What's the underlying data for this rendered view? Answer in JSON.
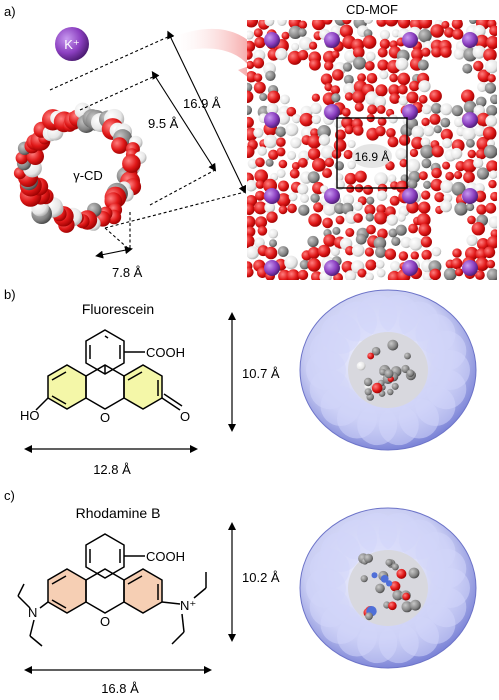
{
  "panels": {
    "a": {
      "letter": "a)",
      "ion_label": "K⁺",
      "cd_label": "γ-CD",
      "mof_label": "CD-MOF",
      "dim_outer": "16.9 Å",
      "dim_inner": "9.5 Å",
      "dim_rim": "7.8 Å",
      "dim_cell": "16.9 Å"
    },
    "b": {
      "letter": "b)",
      "molecule_name": "Fluorescein",
      "group_cooh": "COOH",
      "group_ho": "HO",
      "ring_o": "O",
      "keto_o": "O",
      "dim_height": "10.7 Å",
      "dim_width": "12.8 Å"
    },
    "c": {
      "letter": "c)",
      "molecule_name": "Rhodamine B",
      "group_cooh": "COOH",
      "n_left": "N",
      "n_right": "N⁺",
      "ring_o": "O",
      "dim_height": "10.2 Å",
      "dim_width": "16.8 Å"
    }
  },
  "colors": {
    "oxygen": "#e21a1a",
    "carbon": "#8a8a8a",
    "hydrogen": "#f2f2f2",
    "potassium": "#8b3fc0",
    "fluorescein_ring": "#f4f7a8",
    "rhodamine_ring": "#f6cfb4",
    "surface": "#c9cdf3",
    "arrow": "#f08080"
  }
}
